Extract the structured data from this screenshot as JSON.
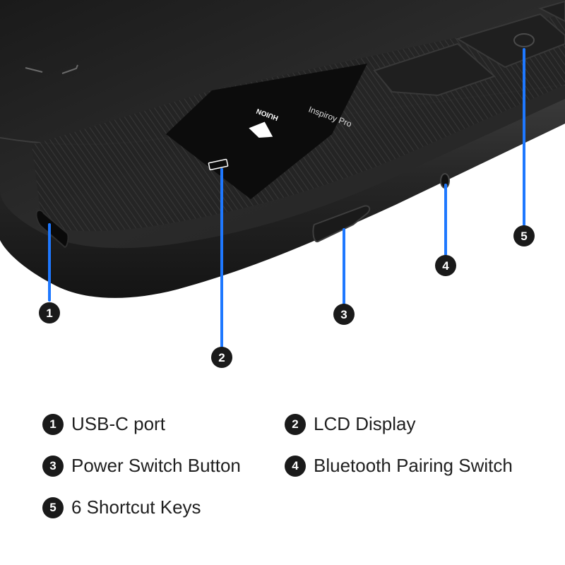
{
  "device": {
    "screen_brand": "HUION",
    "screen_model": "Inspiroy Pro"
  },
  "callouts": [
    {
      "number": "1",
      "label": "USB-C port"
    },
    {
      "number": "2",
      "label": "LCD Display"
    },
    {
      "number": "3",
      "label": "Power Switch Button"
    },
    {
      "number": "4",
      "label": "Bluetooth Pairing Switch"
    },
    {
      "number": "5",
      "label": "6 Shortcut Keys"
    }
  ],
  "colors": {
    "callout_line": "#1e78ff",
    "badge": "#1a1a1a",
    "tablet_body": "#1c1c1c"
  }
}
